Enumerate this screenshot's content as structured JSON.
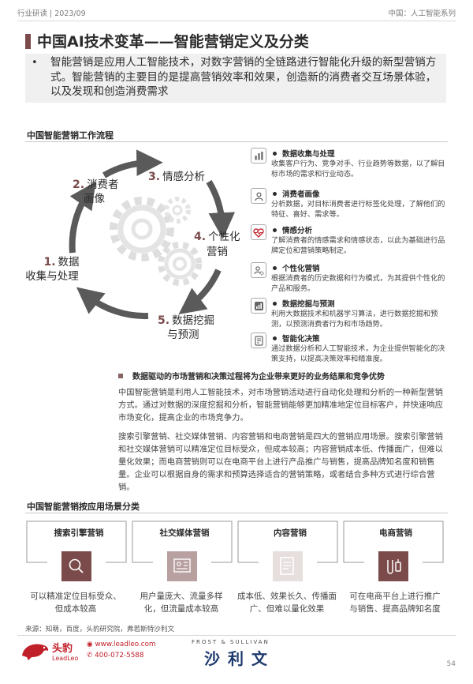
{
  "header": {
    "left": "行业研读 | 2023/09",
    "right": "中国：人工智能系列",
    "title": "中国AI技术变革——智能营销定义及分类"
  },
  "intro": {
    "bullet": "•",
    "text": "智能营销是应用人工智能技术，对数字营销的全链路进行智能化升级的新型营销方式。智能营销的主要目的是提高营销效率和效果，创造新的消费者交互场景体验，以及发现和创造消费需求"
  },
  "flow": {
    "heading": "中国智能营销工作流程",
    "cycle": [
      {
        "num": "1.",
        "line1": "数据",
        "line2": "收集与处理"
      },
      {
        "num": "2.",
        "line1": "消费者",
        "line2": "画像"
      },
      {
        "num": "3.",
        "line1": "情感分析",
        "line2": ""
      },
      {
        "num": "4.",
        "line1": "个性化",
        "line2": "营销"
      },
      {
        "num": "5.",
        "line1": "数据挖掘",
        "line2": "与预测"
      }
    ],
    "details": [
      {
        "icon": "bar-chart-icon",
        "title": "数据收集与处理",
        "desc": "收集客户行为、竞争对手、行业趋势等数据，以了解目标市场的需求和行业动态。"
      },
      {
        "icon": "user-profile-icon",
        "title": "消费者画像",
        "desc": "分析数据，对目标消费者进行标签化处理，了解他们的特征、喜好、需求等。"
      },
      {
        "icon": "heart-pulse-icon",
        "title": "情感分析",
        "desc": "了解消费者的情感需求和情感状态，以此为基础进行品牌定位和营销策略制定。"
      },
      {
        "icon": "user-gear-icon",
        "title": "个性化营销",
        "desc": "根据消费者的历史数据和行为模式，为其提供个性化的产品和服务。"
      },
      {
        "icon": "data-mining-icon",
        "title": "数据挖掘与预测",
        "desc": "利用大数据技术和机器学习算法，进行数据挖掘和预测，以预测消费者行为和市场趋势。"
      },
      {
        "icon": "decision-doc-icon",
        "title": "智能化决策",
        "desc": "通过数据分析和人工智能技术，为企业提供智能化的决策支持，以提高决策效率和精准度。"
      }
    ]
  },
  "claim": "数据驱动的市场营销和决策过程将为企业带来更好的业务结果和竞争优势",
  "paragraphs": [
    "中国智能营销是利用人工智能技术，对市场营销活动进行自动化处理和分析的一种新型营销方式。通过对数据的深度挖掘和分析，智能营销能够更加精准地定位目标客户，并快速响应市场变化，提高企业的市场竞争力。",
    "搜索引擎营销、社交媒体营销、内容营销和电商营销是四大的营销应用场景。搜索引擎营销和社交媒体营销可以精准定位目标受众，但成本较高；内容营销成本低、传播面广，但难以量化效果；而电商营销则可以在电商平台上进行产品推广与销售，提高品牌知名度和销售量。企业可以根据自身的需求和预算选择适合的营销策略，或者结合多种方式进行综合营销。"
  ],
  "scenes": {
    "heading": "中国智能营销按应用场景分类",
    "items": [
      {
        "label": "搜索引擎营销",
        "icon": "search-icon",
        "desc": "可以精准定位目标受众、但成本较高"
      },
      {
        "label": "社交媒体营销",
        "icon": "social-media-icon",
        "desc": "用户量庞大、流量多样化，但流量成本较高"
      },
      {
        "label": "内容营销",
        "icon": "document-icon",
        "desc": "成本低、效果长久、传播面广、但难以量化效果"
      },
      {
        "label": "电商营销",
        "icon": "ecommerce-icon",
        "desc": "可在电商平台上进行推广与销售、提高品牌知名度"
      }
    ]
  },
  "source": "来源：知萌，百度，头豹研究院，弗若斯特沙利文",
  "footer": {
    "logo_cn": "头豹",
    "logo_en": "LeadLeo",
    "website": "www.leadleo.com",
    "phone": "400-072-5588",
    "partner_en": "FROST & SULLIVAN",
    "partner_cn": "沙利文",
    "page": "54"
  },
  "colors": {
    "accent": "#7b4a4a",
    "brand_red": "#c0202a",
    "partner_blue": "#1e3a6e"
  }
}
